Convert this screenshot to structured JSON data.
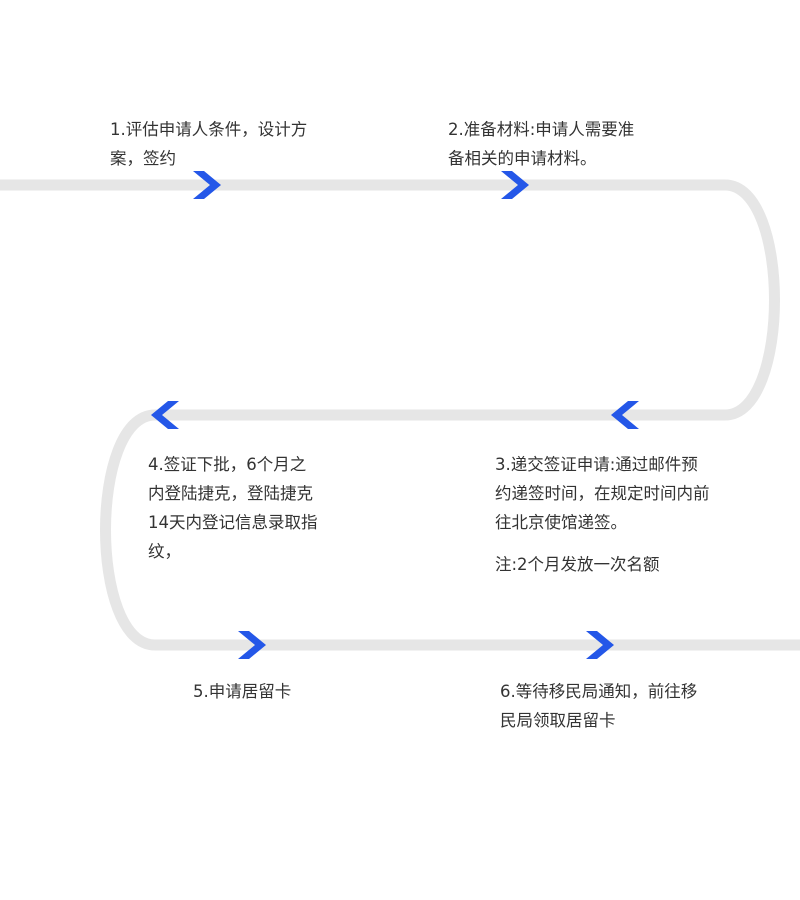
{
  "colors": {
    "track": "#e6e6e6",
    "chevron": "#2457e8",
    "text": "#333333"
  },
  "steps": [
    {
      "text": "1.评估申请人条件，设计方\n案，签约"
    },
    {
      "text": "2.准备材料:申请人需要准\n备相关的申请材料。"
    },
    {
      "text": "3.递交签证申请:通过邮件预\n约递签时间，在规定时间内前\n往北京使馆递签。",
      "note": "注:2个月发放一次名额"
    },
    {
      "text": "4.签证下批，6个月之\n内登陆捷克，登陆捷克\n14天内登记信息录取指\n纹，"
    },
    {
      "text": "5.申请居留卡"
    },
    {
      "text": "6.等待移民局通知，前往移\n民局领取居留卡"
    }
  ]
}
